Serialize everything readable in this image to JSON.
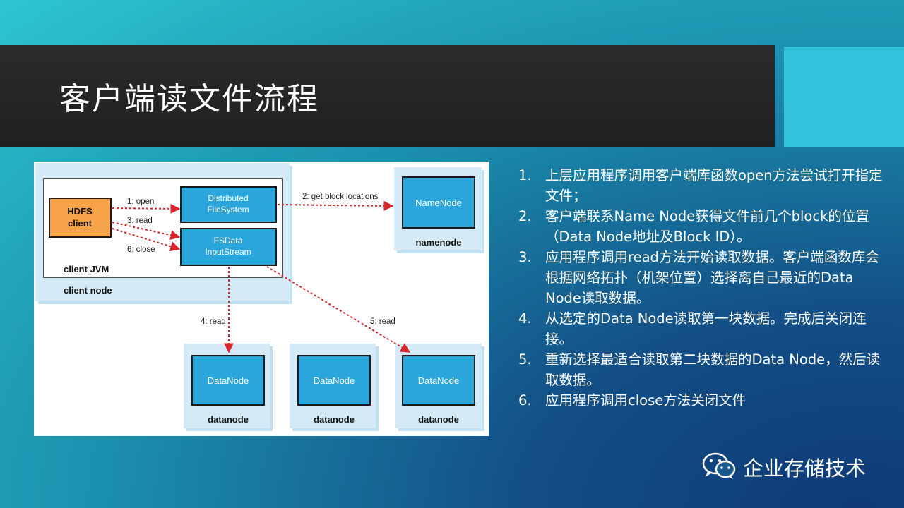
{
  "slide": {
    "title": "客户端读文件流程"
  },
  "diagram": {
    "hdfs_client": [
      "HDFS",
      "client"
    ],
    "client_jvm": "client JVM",
    "client_node": "client node",
    "distributed_fs": [
      "Distributed",
      "FileSystem"
    ],
    "fsdata_stream": [
      "FSData",
      "InputStream"
    ],
    "namenode_box": "NameNode",
    "namenode_label": "namenode",
    "datanodes": [
      {
        "box": "DataNode",
        "label": "datanode"
      },
      {
        "box": "DataNode",
        "label": "datanode"
      },
      {
        "box": "DataNode",
        "label": "datanode"
      }
    ],
    "arrows": {
      "open": "1: open",
      "get_block": "2: get block locations",
      "read3": "3: read",
      "read4": "4: read",
      "read5": "5: read",
      "close": "6: close"
    },
    "colors": {
      "client_fill": "#f7a34a",
      "node_fill": "#2aa6dd",
      "shadow": "#bfe0f2",
      "arrow": "#d9262c"
    }
  },
  "steps": [
    {
      "num": "1.",
      "text": "上层应用程序调用客户端库函数open方法尝试打开指定文件；"
    },
    {
      "num": "2.",
      "text": "客户端联系Name Node获得文件前几个block的位置（Data Node地址及Block ID）。"
    },
    {
      "num": "3.",
      "text": "应用程序调用read方法开始读取数据。客户端函数库会根据网络拓扑（机架位置）选择离自己最近的Data Node读取数据。"
    },
    {
      "num": "4.",
      "text": "从选定的Data Node读取第一块数据。完成后关闭连接。"
    },
    {
      "num": "5.",
      "text": "重新选择最适合读取第二块数据的Data Node，然后读取数据。"
    },
    {
      "num": "6.",
      "text": "应用程序调用close方法关闭文件"
    }
  ],
  "footer": {
    "brand": "企业存储技术",
    "icon": "wechat-icon"
  }
}
